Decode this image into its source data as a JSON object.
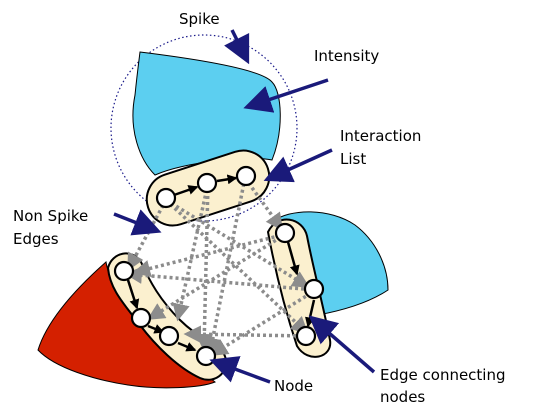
{
  "labels": {
    "spike": "Spike",
    "intensity": "Intensity",
    "interaction_list_line1": "Interaction",
    "interaction_list_line2": "List",
    "non_spike_edges_line1": "Non Spike",
    "non_spike_edges_line2": "Edges",
    "node": "Node",
    "edge_connecting_nodes_line1": "Edge connecting",
    "edge_connecting_nodes_line2": "nodes"
  },
  "colors": {
    "intensity_blue": "#5ccff0",
    "intensity_red": "#d42000",
    "list_fill": "#fbf0cf",
    "arrow_navy": "#1a1a7a",
    "edge_gray": "#8c8c8c",
    "spike_circle": "#1a1a8a"
  }
}
